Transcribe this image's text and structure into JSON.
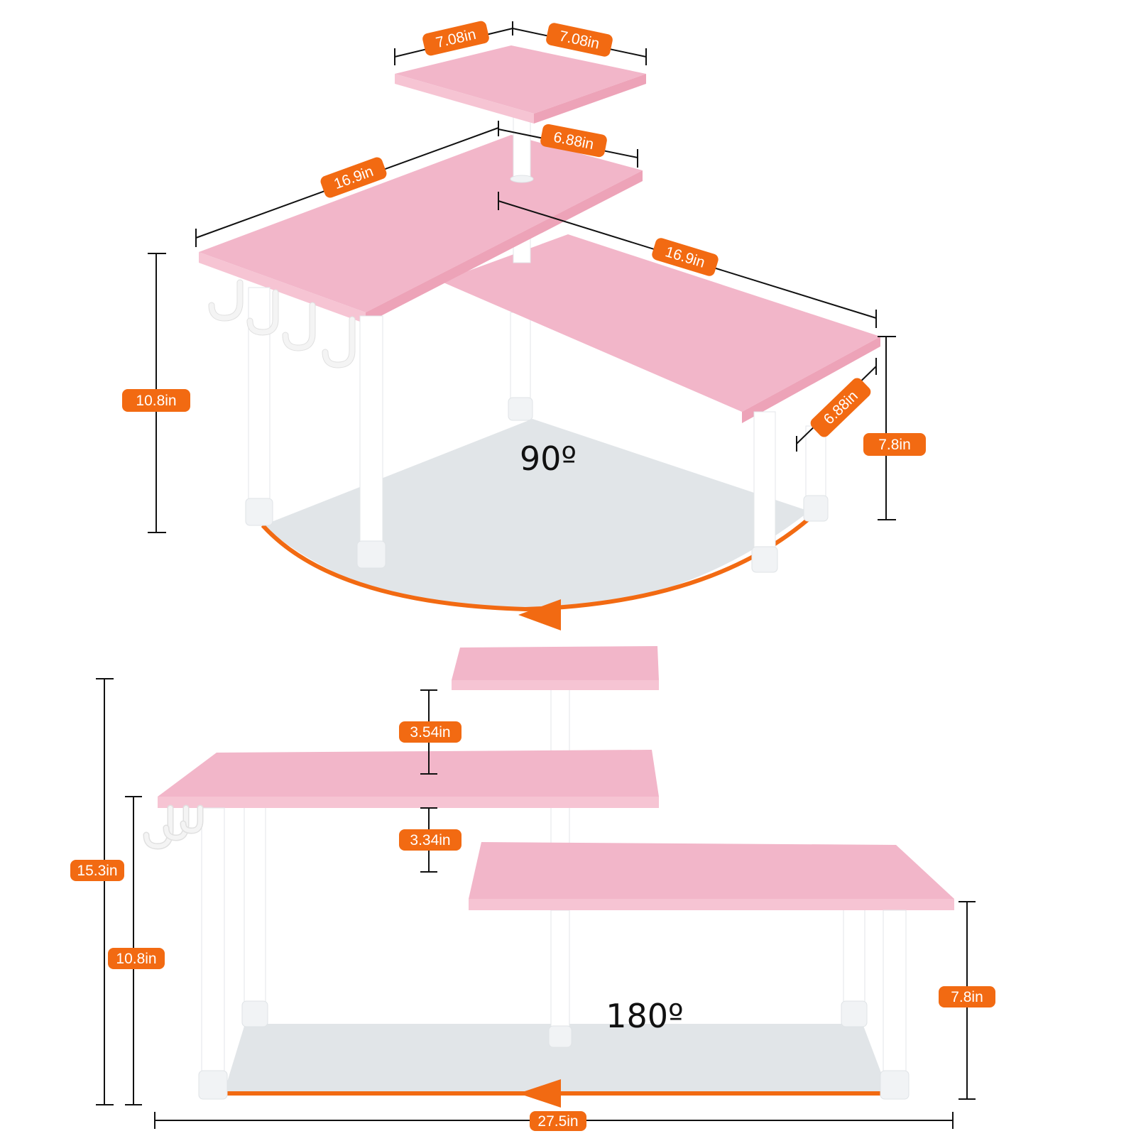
{
  "colors": {
    "shelf_top": "#f2b6c9",
    "shelf_edge": "#eda3b8",
    "shelf_underside": "#f6c4d3",
    "leg": "#ffffff",
    "leg_shade": "#e6e9ec",
    "floor": "#e1e5e8",
    "accent": "#f26a12",
    "dimension_line": "#111111"
  },
  "top_view": {
    "angle_label": "90º",
    "dimensions": {
      "top_left": "7.08in",
      "top_right": "7.08in",
      "middle_depth": "6.88in",
      "left_length": "16.9in",
      "right_length": "16.9in",
      "right_depth": "6.88in",
      "left_height": "10.8in",
      "right_height": "7.8in"
    }
  },
  "bottom_view": {
    "angle_label": "180º",
    "dimensions": {
      "upper_gap": "3.54in",
      "lower_gap": "3.34in",
      "total_height": "15.3in",
      "left_height": "10.8in",
      "right_height": "7.8in",
      "total_width": "27.5in"
    }
  }
}
